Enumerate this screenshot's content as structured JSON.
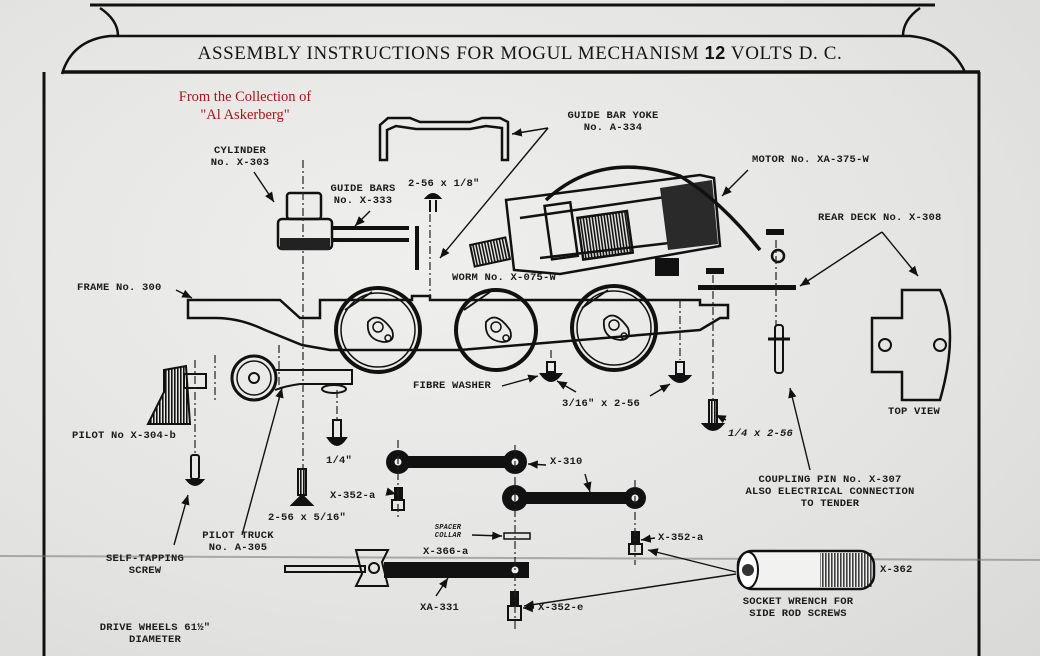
{
  "header": {
    "title_prefix": "ASSEMBLY INSTRUCTIONS FOR MOGUL MECHANISM",
    "voltage_number": "12",
    "voltage_unit": "VOLTS D. C."
  },
  "collection_note": {
    "line1": "From the Collection of",
    "line2": "\"Al Askerberg\"",
    "color": "#a3161a"
  },
  "labels": {
    "cylinder": [
      "CYLINDER",
      "No. X-303"
    ],
    "guide_bars": [
      "GUIDE BARS",
      "No. X-333"
    ],
    "guide_bar_screw": "2-56 x 1/8\"",
    "guide_bar_yoke": [
      "GUIDE BAR YOKE",
      "No. A-334"
    ],
    "motor": "MOTOR No. XA-375-W",
    "rear_deck": "REAR DECK No. X-308",
    "worm": "WORM No. X-075-W",
    "frame": "FRAME No. 300",
    "pilot": "PILOT No X-304-b",
    "fibre_washer": "FIBRE WASHER",
    "screw_3_16": "3/16\" x 2-56",
    "top_view": "TOP VIEW",
    "screw_1_4_2_56": "1/4 x 2-56",
    "screw_1_4": "1/4\"",
    "side_rod_x310": "X-310",
    "x352a_left": "X-352-a",
    "x352a_right": "X-352-a",
    "screw_2_56_5_16": "2-56 x 5/16\"",
    "pilot_truck": [
      "PILOT TRUCK",
      "No. A-305"
    ],
    "self_tapping": [
      "SELF-TAPPING",
      "SCREW"
    ],
    "spacer_collar": [
      "SPACER",
      "COLLAR"
    ],
    "x366a": "X-366-a",
    "xa331": "XA-331",
    "x352e": "X-352-e",
    "coupling_pin": [
      "COUPLING PIN No. X-307",
      "ALSO ELECTRICAL CONNECTION",
      "TO TENDER"
    ],
    "socket_wrench": [
      "SOCKET WRENCH FOR",
      "SIDE ROD SCREWS"
    ],
    "x362": "X-362",
    "drive_wheels": [
      "DRIVE WHEELS 61½\"",
      "DIAMETER"
    ]
  }
}
